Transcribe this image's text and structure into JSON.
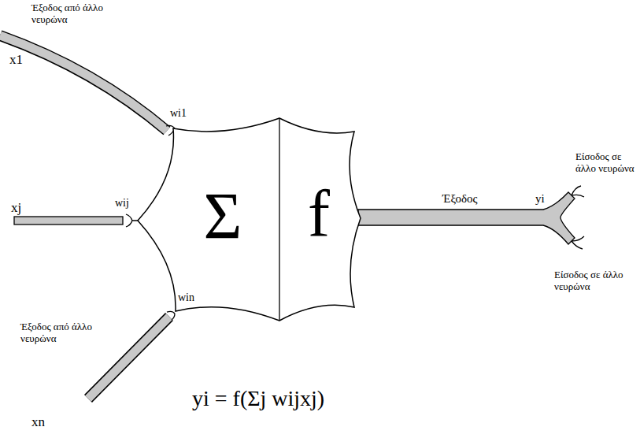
{
  "diagram": {
    "nodes": [
      {
        "text": [
          "Σ",
          "f"
        ]
      }
    ],
    "labels": [
      "Έξοδος από άλλο νευρώνα",
      "x1",
      "wi1",
      "xj",
      "wij",
      "win",
      "Έξοδος από άλλο νευρώνα",
      "xn",
      "Έξοδος",
      "yi",
      "Είσοδος σε άλλο νευρώνα",
      "Είσοδος σε άλλο νευρώνα",
      "yi = f(Σj wijxj)"
    ]
  }
}
